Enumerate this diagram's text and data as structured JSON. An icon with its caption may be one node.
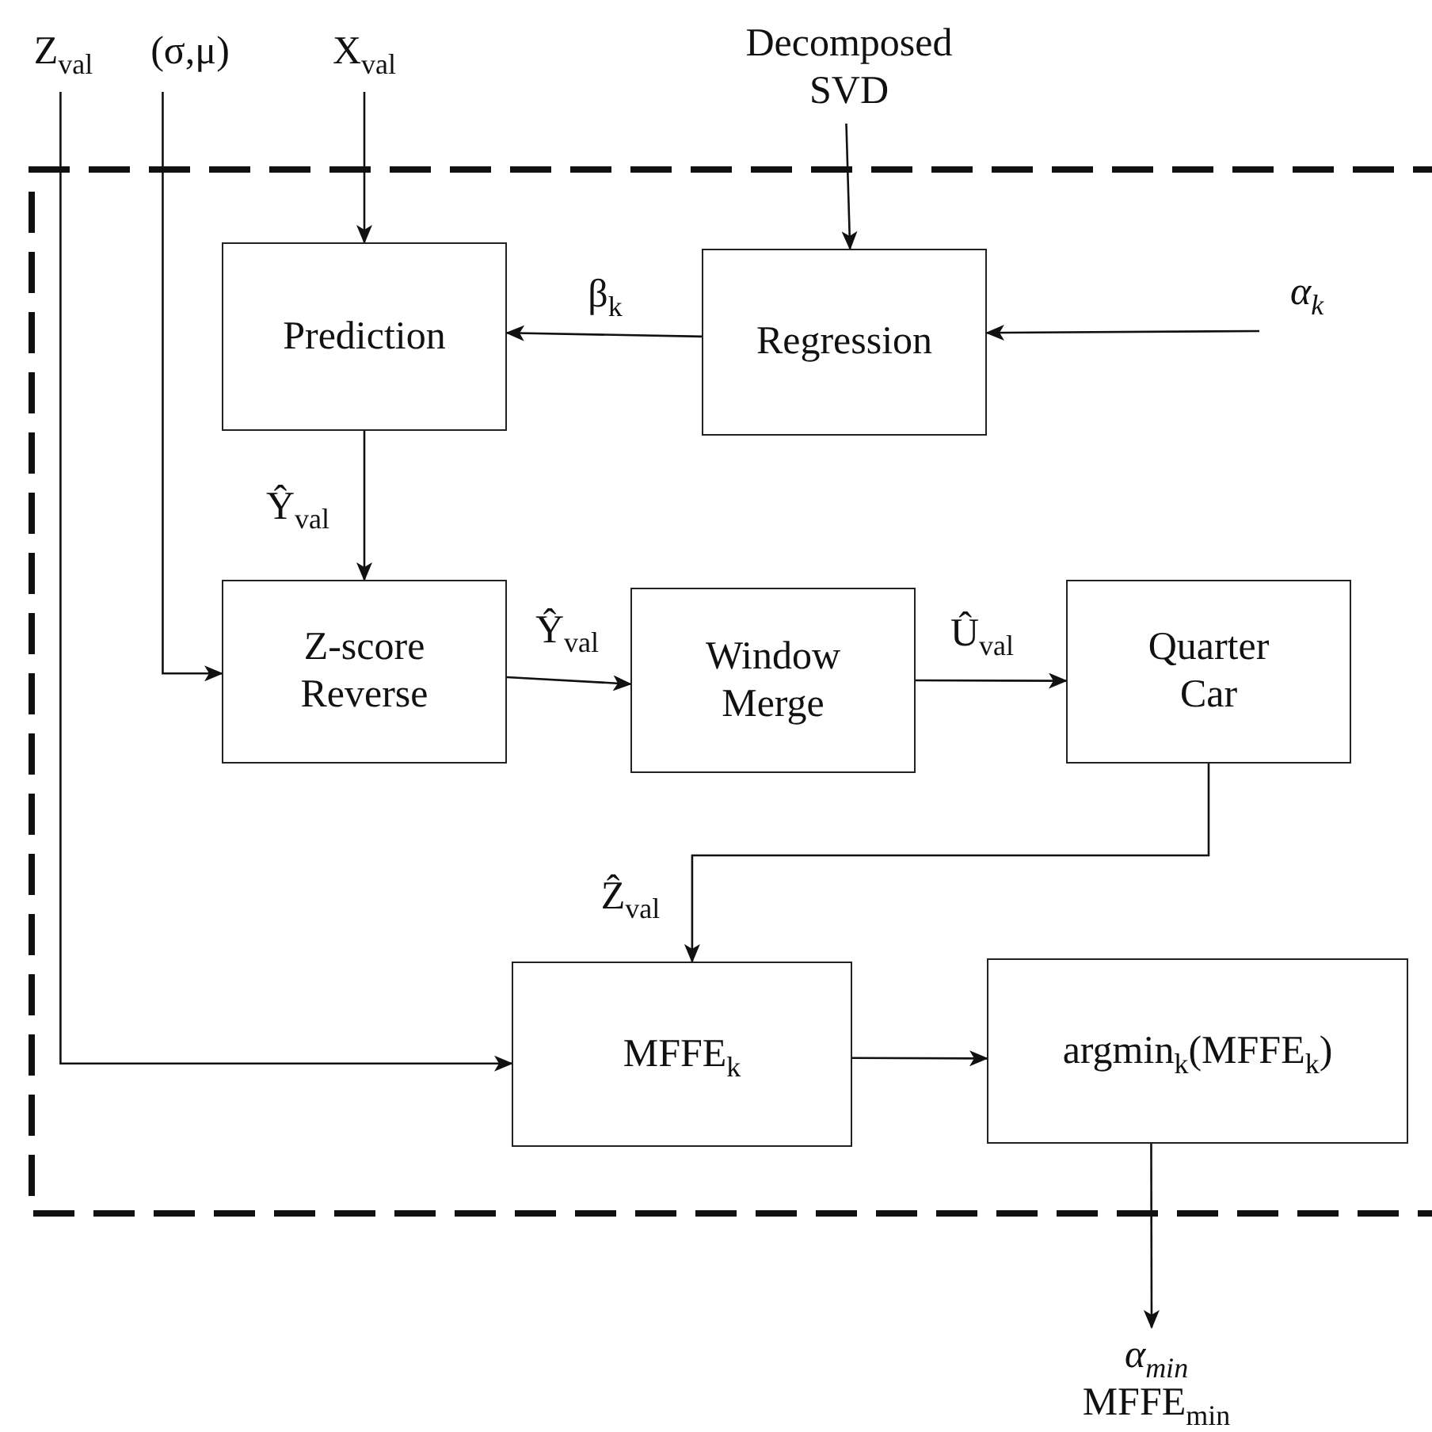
{
  "diagram": {
    "nodes": [
      {
        "text": [],
        "shape": "box"
      },
      {
        "text": [
          "Z$_{val}$"
        ]
      },
      {
        "text": [
          "(σ,μ)"
        ]
      },
      {
        "text": [
          "X$_{val}$"
        ]
      },
      {
        "text": [
          "Decomposed SVD"
        ]
      },
      {
        "text": [
          "Prediction"
        ],
        "in": 0
      },
      {
        "text": [
          "Regression"
        ],
        "in": 0
      },
      {
        "text": [
          "α$_{k}$"
        ],
        "in": 0
      },
      {
        "text": [
          "Z-score Reverse"
        ],
        "in": 0
      },
      {
        "text": [
          "Window Merge"
        ],
        "in": 0
      },
      {
        "text": [
          "Quarter Car"
        ],
        "in": 0
      },
      {
        "text": [
          "MFFE$_{k}$"
        ],
        "in": 0
      },
      {
        "text": [
          "argmin$_{k}$(MFFE$_{k}$)"
        ],
        "in": 0
      },
      {
        "text": [
          "α$_{min}$",
          "MFFE$_{min}$"
        ]
      }
    ],
    "edges": [
      {
        "from": 1,
        "to": 11,
        "arrow": "to"
      },
      {
        "from": 2,
        "to": 8,
        "arrow": "to"
      },
      {
        "from": 3,
        "to": 5,
        "arrow": "to"
      },
      {
        "from": 4,
        "to": 6,
        "arrow": "to"
      },
      {
        "from": 6,
        "to": 5,
        "arrow": "to",
        "label": "β$_{k}$"
      },
      {
        "from": 7,
        "to": 6,
        "arrow": "to"
      },
      {
        "from": 5,
        "to": 8,
        "arrow": "to",
        "label": "Ŷ$_{val}$"
      },
      {
        "from": 8,
        "to": 9,
        "arrow": "to",
        "label": "Ŷ$_{val}$"
      },
      {
        "from": 9,
        "to": 10,
        "arrow": "to",
        "label": "Û$_{val}$"
      },
      {
        "from": 10,
        "to": 11,
        "arrow": "to",
        "label": "Ẑ$_{val}$"
      },
      {
        "from": 11,
        "to": 12,
        "arrow": "to"
      },
      {
        "from": 12,
        "to": 13,
        "arrow": "to"
      }
    ]
  }
}
